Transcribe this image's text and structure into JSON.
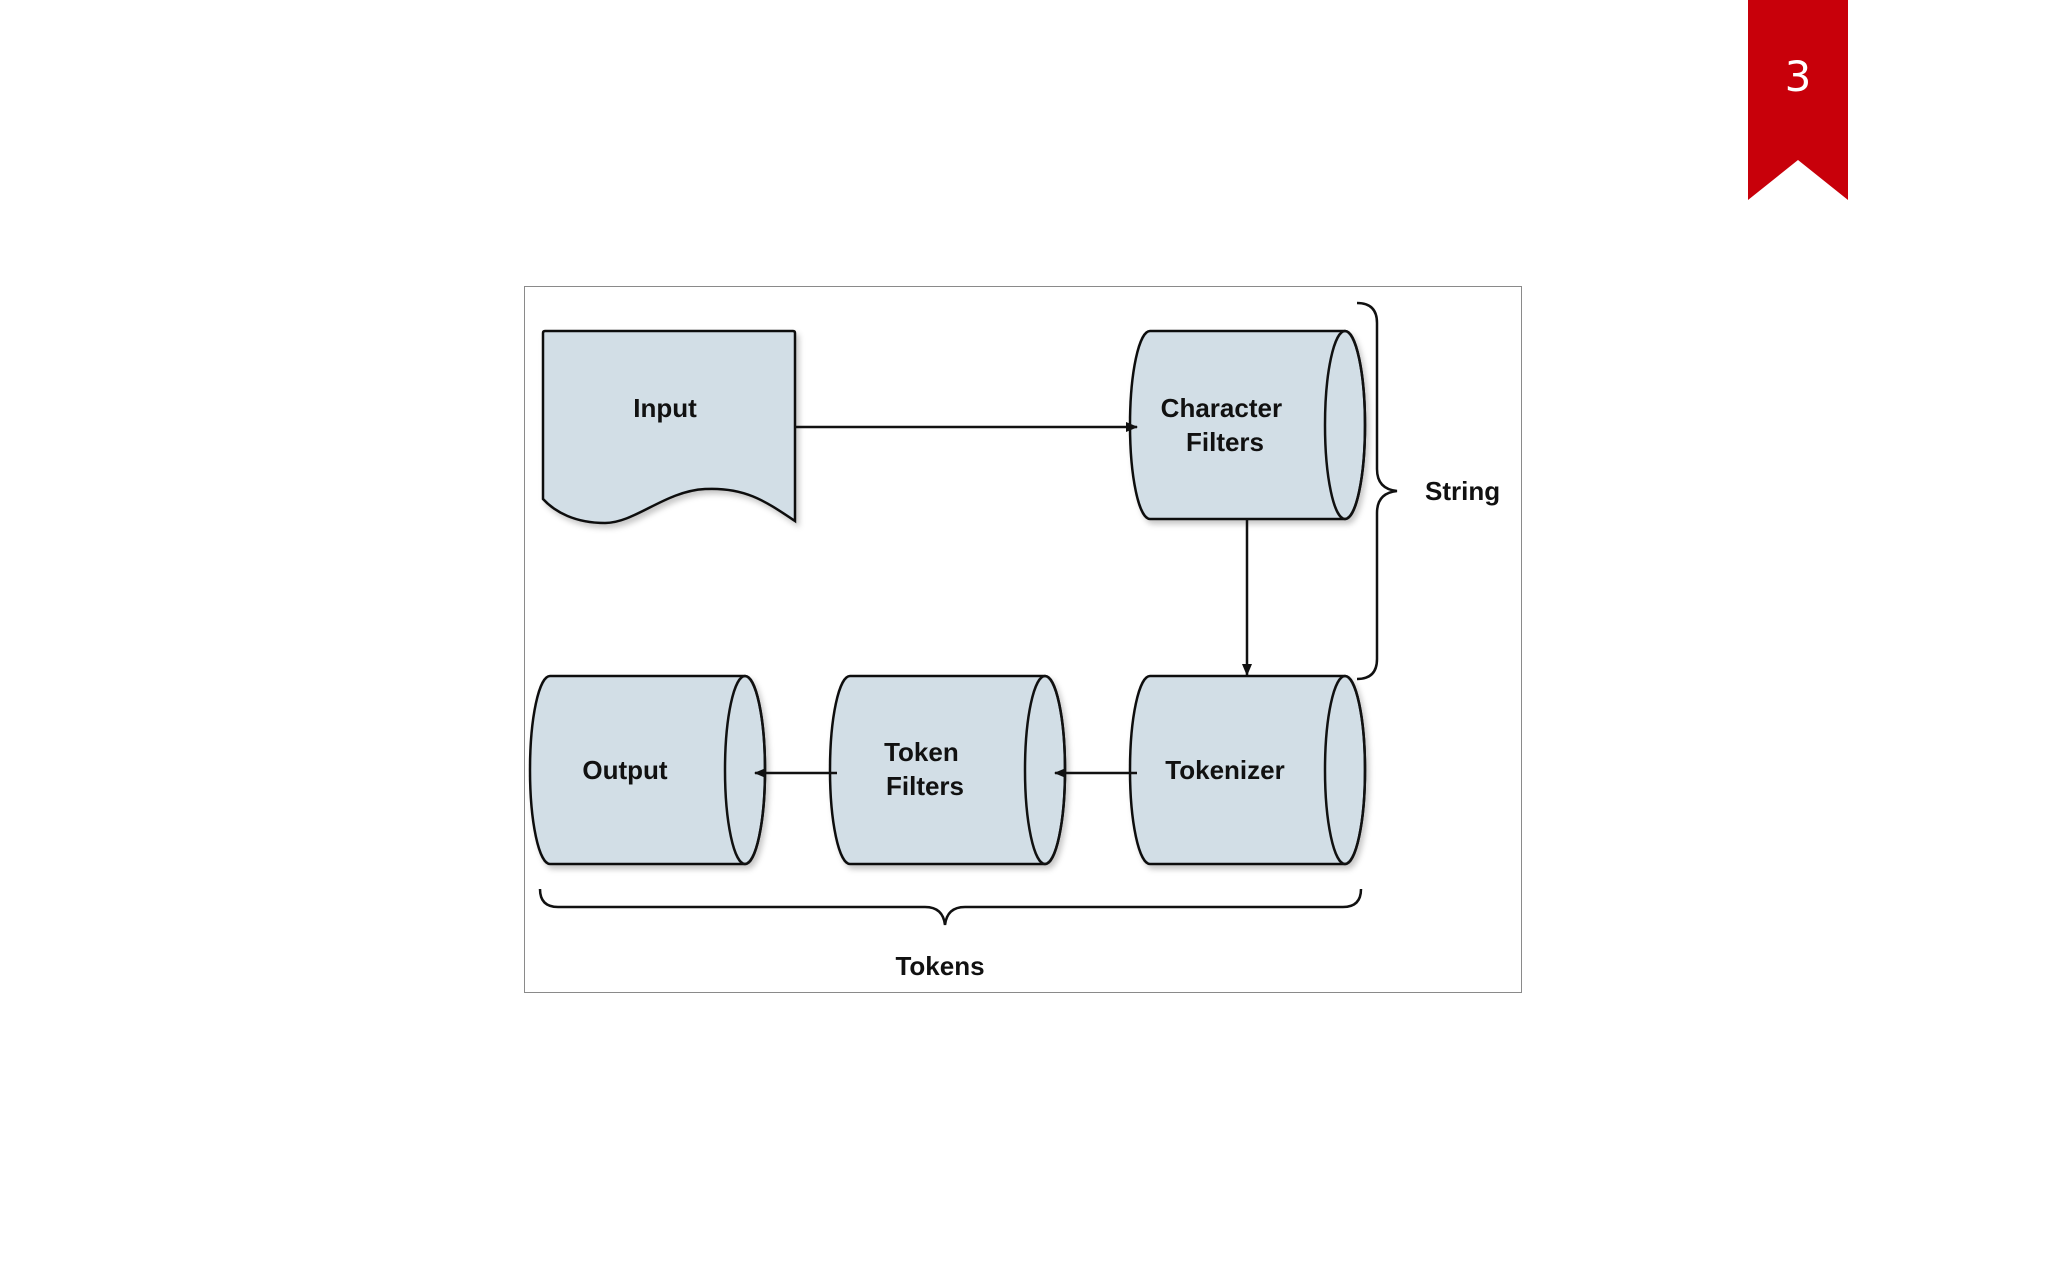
{
  "slide": {
    "page_number": "3",
    "badge_color": "#c8000a"
  },
  "diagram": {
    "shape_fill": "#d2dee6",
    "stroke": "#111111",
    "nodes": {
      "input": {
        "label": "Input"
      },
      "character_filters": {
        "line1": "Character",
        "line2": "Filters"
      },
      "tokenizer": {
        "label": "Tokenizer"
      },
      "token_filters": {
        "line1": "Token",
        "line2": "Filters"
      },
      "output": {
        "label": "Output"
      }
    },
    "braces": {
      "string": "String",
      "tokens": "Tokens"
    }
  }
}
